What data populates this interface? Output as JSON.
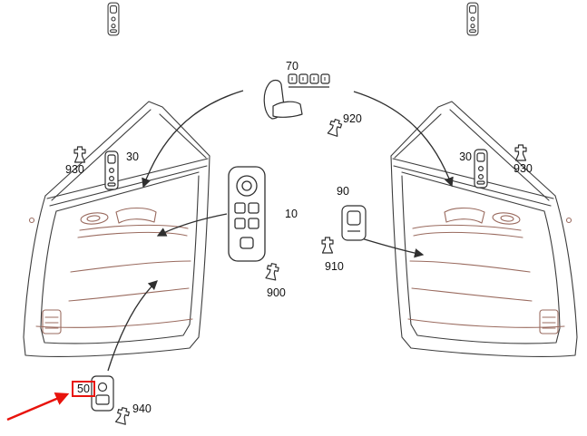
{
  "diagram": {
    "parts": {
      "seat_switch_group": "70",
      "seat_clip": "920",
      "left_switch": "30",
      "left_clip": "930",
      "window_switch_panel": "10",
      "panel_clip": "900",
      "small_switch": "90",
      "small_switch_clip": "910",
      "highlight_switch": "50",
      "highlight_switch_clip": "940",
      "right_switch": "30",
      "right_clip": "930"
    },
    "highlight": {
      "part": "50",
      "color": "#e8130c"
    },
    "colors": {
      "line": "#3d3d3d",
      "accent": "#9a6b5f",
      "component": "#2f2f2f",
      "background": "#ffffff"
    }
  }
}
